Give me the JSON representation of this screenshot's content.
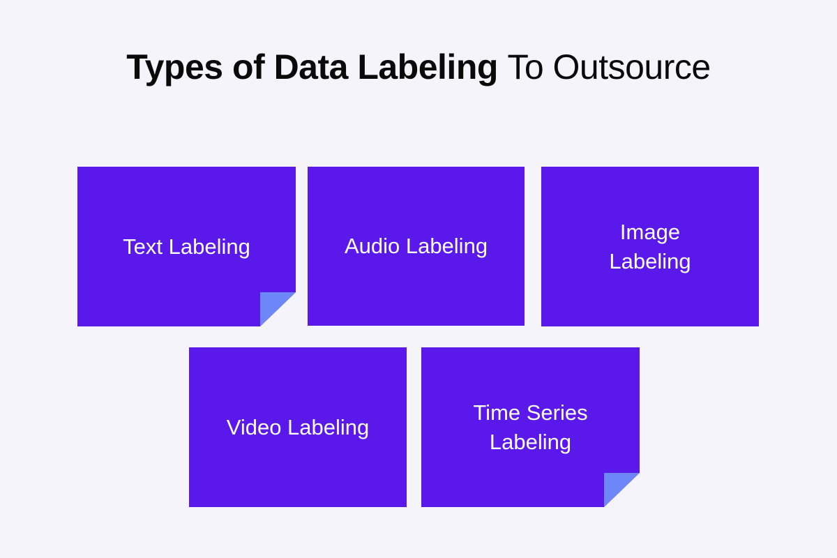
{
  "title": {
    "bold_part": "Types of Data Labeling",
    "regular_part": "To Outsource"
  },
  "colors": {
    "background": "#F5F4FA",
    "card": "#5B18EA",
    "fold": "#6E87F8",
    "title_text": "#0A0A0A",
    "card_text": "#FFFFFF"
  },
  "cards": [
    {
      "label": "Text Labeling",
      "folded_corner": true
    },
    {
      "label": "Audio Labeling",
      "folded_corner": false
    },
    {
      "label": "Image Labeling",
      "folded_corner": false
    },
    {
      "label": "Video Labeling",
      "folded_corner": false
    },
    {
      "label": "Time Series Labeling",
      "folded_corner": true
    }
  ]
}
